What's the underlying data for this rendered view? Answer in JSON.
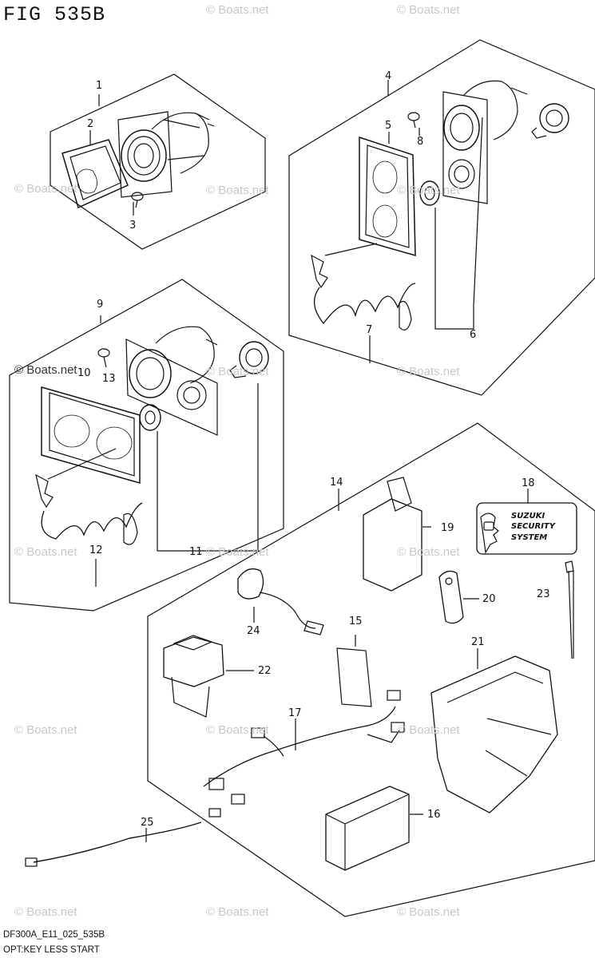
{
  "figure_title": "FIG 535B",
  "footer": {
    "code": "DF300A_E11_025_535B",
    "name": "OPT:KEY LESS START"
  },
  "watermark": "© Boats.net",
  "logo": {
    "line1": "SUZUKI",
    "line2": "SECURITY",
    "line3": "SYSTEM"
  },
  "part_numbers": [
    "1",
    "2",
    "3",
    "4",
    "5",
    "6",
    "7",
    "8",
    "9",
    "10",
    "11",
    "12",
    "13",
    "14",
    "15",
    "16",
    "17",
    "18",
    "19",
    "20",
    "21",
    "22",
    "23",
    "24",
    "25"
  ]
}
